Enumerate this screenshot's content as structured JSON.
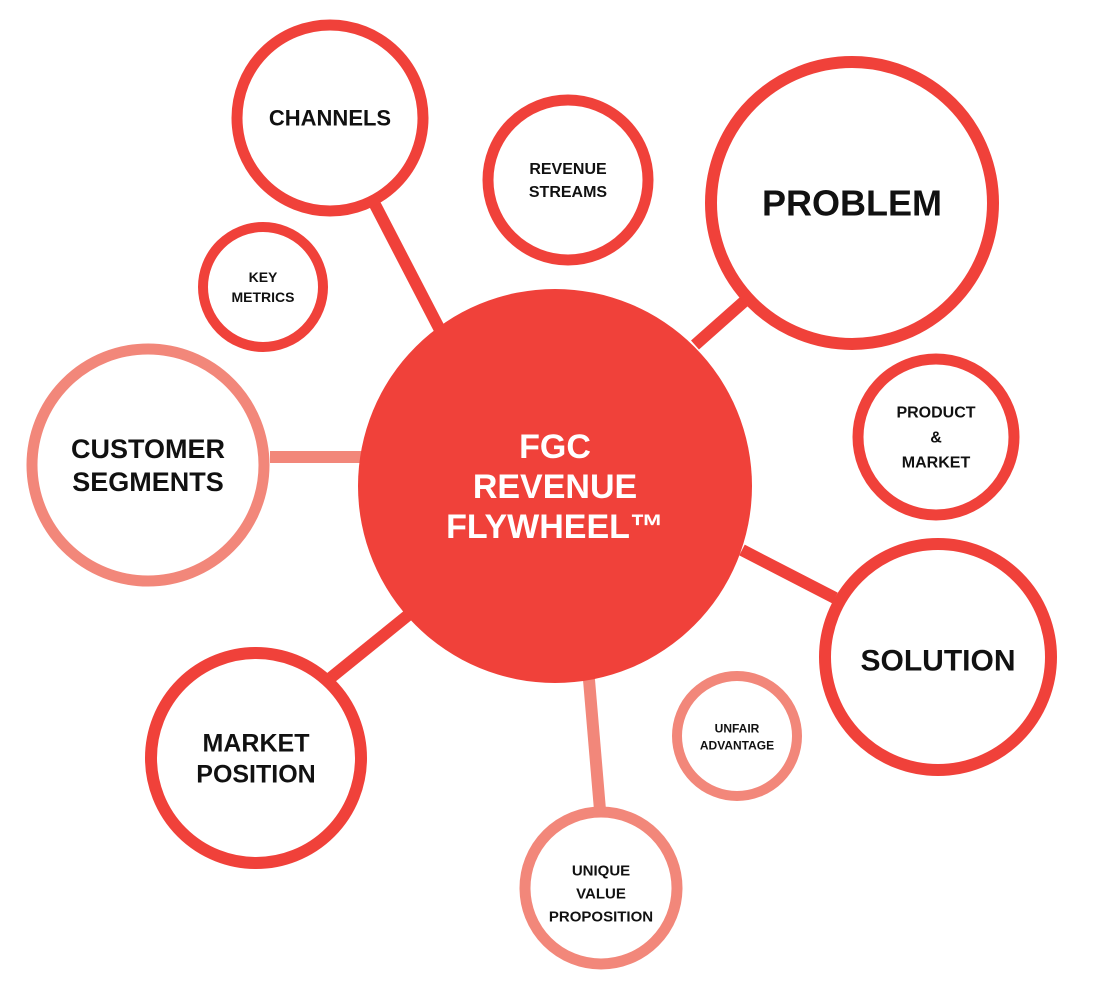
{
  "colors": {
    "primary": "#f0413a",
    "light": "#f2877a",
    "hub_fill": "#f0413a",
    "node_fill": "#ffffff",
    "text": "#111111",
    "hub_text": "#ffffff"
  },
  "hub": {
    "lines": [
      "FGC",
      "REVENUE",
      "FLYWHEEL™"
    ]
  },
  "nodes": {
    "channels": {
      "lines": [
        "CHANNELS"
      ],
      "tone": "primary"
    },
    "revenue_streams": {
      "lines": [
        "REVENUE",
        "STREAMS"
      ],
      "tone": "primary"
    },
    "problem": {
      "lines": [
        "PROBLEM"
      ],
      "tone": "primary"
    },
    "key_metrics": {
      "lines": [
        "KEY",
        "METRICS"
      ],
      "tone": "primary"
    },
    "product_market": {
      "lines": [
        "PRODUCT",
        "&",
        "MARKET"
      ],
      "tone": "primary"
    },
    "customer_segments": {
      "lines": [
        "CUSTOMER",
        "SEGMENTS"
      ],
      "tone": "light"
    },
    "solution": {
      "lines": [
        "SOLUTION"
      ],
      "tone": "primary"
    },
    "unfair_advantage": {
      "lines": [
        "UNFAIR",
        "ADVANTAGE"
      ],
      "tone": "light"
    },
    "market_position": {
      "lines": [
        "MARKET",
        "POSITION"
      ],
      "tone": "primary"
    },
    "unique_value_proposition": {
      "lines": [
        "UNIQUE",
        "VALUE",
        "PROPOSITION"
      ],
      "tone": "light"
    }
  }
}
